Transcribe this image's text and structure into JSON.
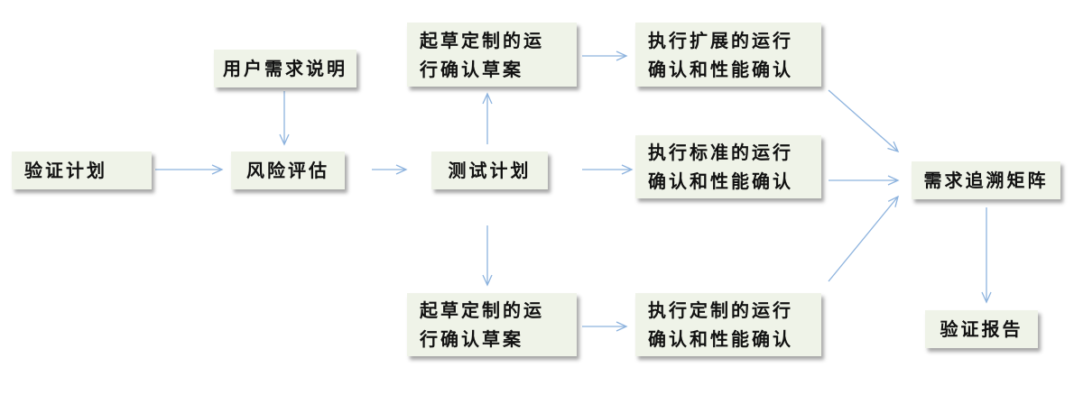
{
  "nodes": {
    "validation_plan": "验证计划",
    "user_requirements": "用户需求说明",
    "risk_assessment": "风险评估",
    "test_plan": "测试计划",
    "draft_top": [
      "起草定制的运",
      "行确认草案"
    ],
    "exec_extended": [
      "执行扩展的运行",
      "确认和性能确认"
    ],
    "exec_standard": [
      "执行标准的运行",
      "确认和性能确认"
    ],
    "draft_bottom": [
      "起草定制的运",
      "行确认草案"
    ],
    "exec_custom": [
      "执行定制的运行",
      "确认和性能确认"
    ],
    "trace_matrix": "需求追溯矩阵",
    "validation_report": "验证报告"
  },
  "colors": {
    "box": "#eff3e8",
    "arrow": "#8db3de"
  }
}
